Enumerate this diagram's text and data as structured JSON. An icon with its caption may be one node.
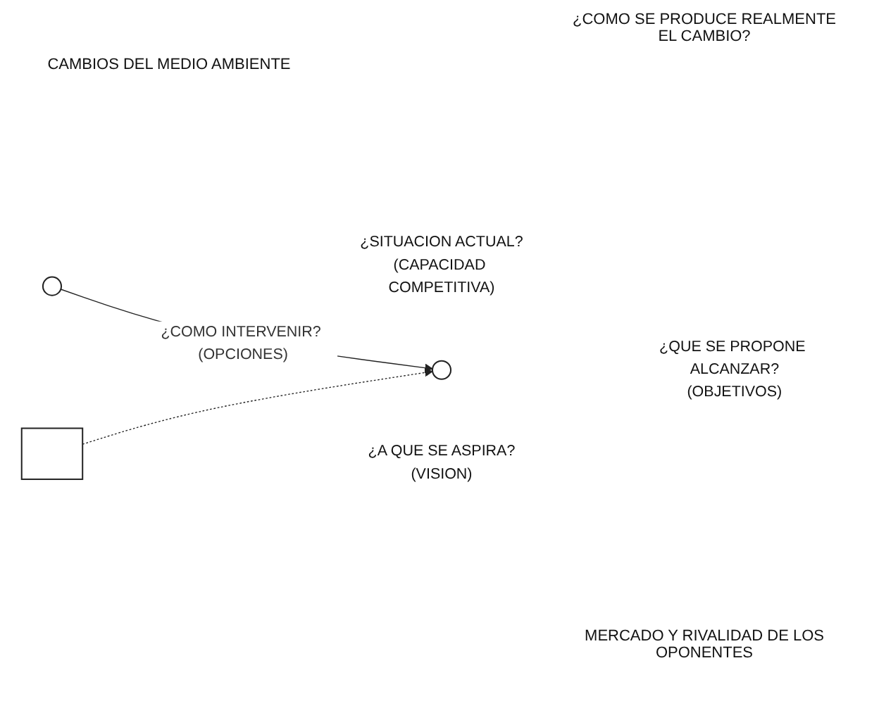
{
  "diagram": {
    "nodes": [
      {
        "text": [],
        "shape": "circle",
        "beside": [
          "¿SITUACION ACTUAL?",
          "(CAPACIDAD COMPETITIVA)"
        ]
      },
      {
        "text": [],
        "shape": "circle",
        "beside": [
          "¿QUE SE PROPONE ALCANZAR?",
          "(OBJETIVOS)"
        ]
      },
      {
        "text": [],
        "shape": "box",
        "beside": [
          "¿A QUE SE ASPIRA?",
          "(VISION)"
        ]
      }
    ],
    "edges": [
      {
        "from": 0,
        "to": 1,
        "arrow": "to",
        "label": "¿COMO INTERVENIR? (OPCIONES)"
      },
      {
        "from": 2,
        "to": 1,
        "arrow": "to",
        "style": "dashed"
      }
    ],
    "labels": [
      "¿COMO SE PRODUCE REALMENTE EL CAMBIO?",
      "CAMBIOS DEL MEDIO AMBIENTE",
      "MERCADO Y RIVALIDAD DE LOS OPONENTES"
    ]
  }
}
